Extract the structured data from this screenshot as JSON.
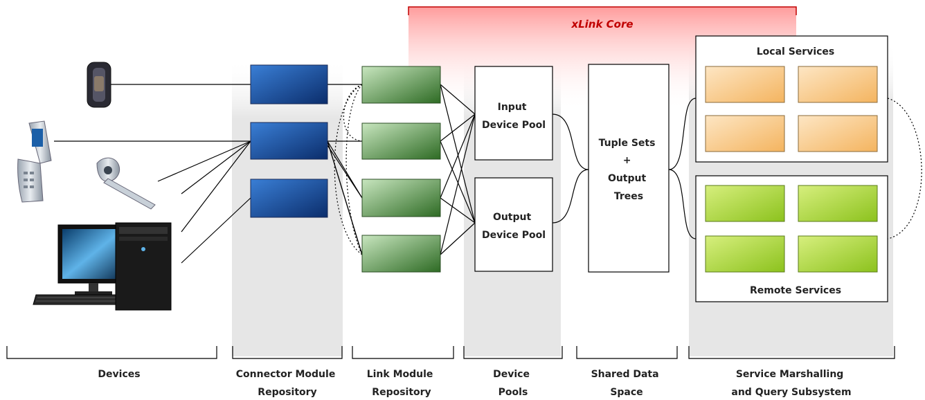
{
  "core": {
    "label": "xLink Core"
  },
  "pool_input": [
    "Input",
    "Device Pool"
  ],
  "pool_output": [
    "Output",
    "Device Pool"
  ],
  "shared": [
    "Tuple Sets",
    "+",
    "Output",
    "Trees"
  ],
  "services": {
    "local": "Local Services",
    "remote": "Remote Services"
  },
  "captions": [
    [
      "Devices"
    ],
    [
      "Connector Module",
      "Repository"
    ],
    [
      "Link Module",
      "Repository"
    ],
    [
      "Device",
      "Pools"
    ],
    [
      "Shared Data",
      "Space"
    ],
    [
      "Service Marshalling",
      "and Query Subsystem"
    ]
  ],
  "devices": [
    "wristband-device",
    "flip-phone-device",
    "bluetooth-headset-device",
    "desktop-computer-device"
  ],
  "colors": {
    "core": "#c00000",
    "connector": "#1f4e96",
    "link": "#4f8d3e",
    "local": "#f7c98c",
    "remote": "#9ccd2f"
  }
}
